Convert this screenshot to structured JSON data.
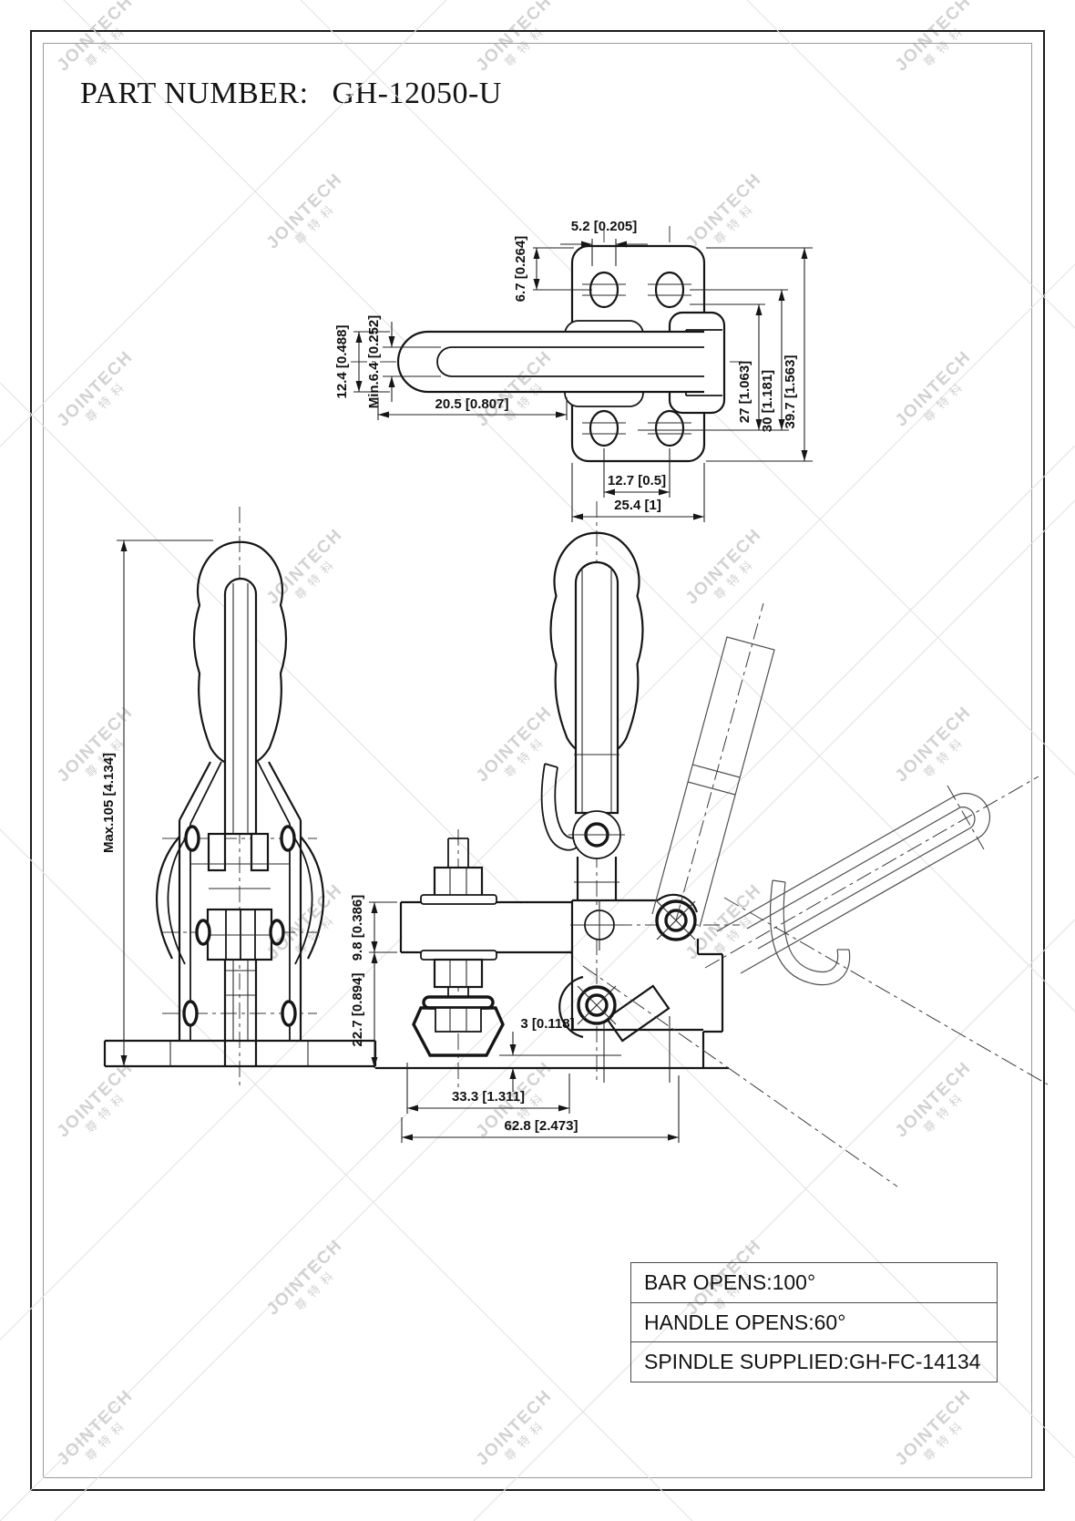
{
  "page": {
    "title_label": "PART NUMBER:",
    "part_number": "GH-12050-U"
  },
  "watermark": {
    "text": "JOINTECH",
    "subtext": "尊特科",
    "color": "#d2d2d2"
  },
  "drawing": {
    "description": "Toggle clamp GH-12050-U: top view, side view and front view with phantom open positions",
    "dims": {
      "w5_2": "5.2 [0.205]",
      "h6_7": "6.7 [0.264]",
      "h12_4": "12.4 [0.488]",
      "h6_4min": "Min.6.4 [0.252]",
      "w20_5": "20.5 [0.807]",
      "h27": "27 [1.063]",
      "h30": "30 [1.181]",
      "h39_7": "39.7 [1.563]",
      "w12_7": "12.7 [0.5]",
      "w25_4": "25.4 [1]",
      "hmax105": "Max.105 [4.134]",
      "h9_8": "9.8 [0.386]",
      "h22_7": "22.7 [0.894]",
      "h3": "3 [0.118]",
      "w33_3": "33.3 [1.311]",
      "w62_8": "62.8 [2.473]"
    }
  },
  "spec_table": {
    "rows": [
      "BAR OPENS:100°",
      "HANDLE OPENS:60°",
      "SPINDLE SUPPLIED:GH-FC-14134"
    ]
  }
}
